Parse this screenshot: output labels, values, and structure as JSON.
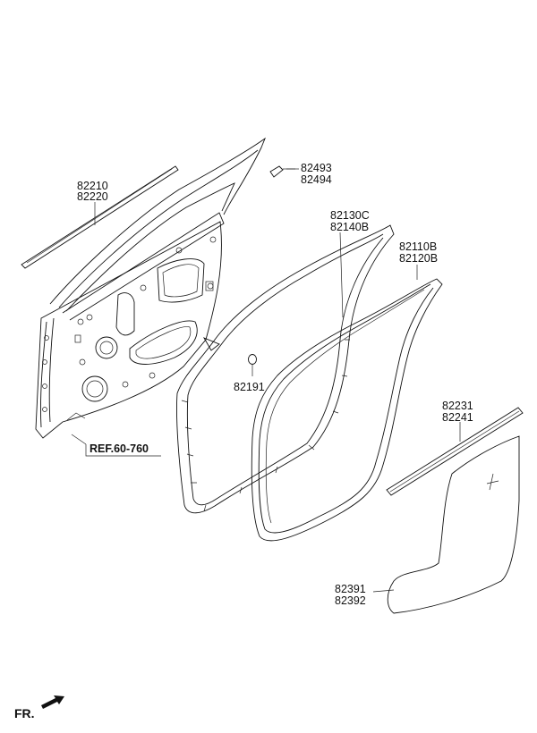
{
  "labels": {
    "molding_front": [
      "82210",
      "82220"
    ],
    "clip": [
      "82493",
      "82494"
    ],
    "weatherstrip_body": [
      "82130C",
      "82140B"
    ],
    "weatherstrip_door": [
      "82110B",
      "82120B"
    ],
    "plug": "82191",
    "glass_run": [
      "82231",
      "82241"
    ],
    "film": [
      "82391",
      "82392"
    ],
    "reference": "REF.60-760",
    "direction": "FR."
  }
}
